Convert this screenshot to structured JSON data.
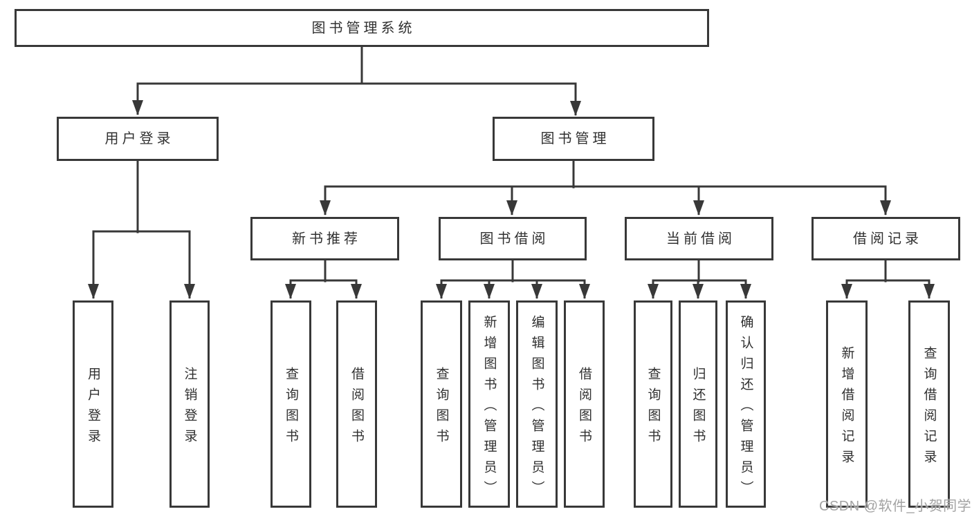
{
  "diagram_type": "function-structure-tree",
  "watermark": "CSDN @软件_小贺同学",
  "colors": {
    "line": "#383838",
    "box_border": "#383838",
    "box_fill": "#ffffff",
    "text": "#303030",
    "background": "#ffffff",
    "watermark": "#a3a3a3"
  },
  "tree": {
    "label": "图书管理系统",
    "children": [
      {
        "label": "用户登录",
        "children": [
          {
            "label": "用户登录"
          },
          {
            "label": "注销登录"
          }
        ]
      },
      {
        "label": "图书管理",
        "children": [
          {
            "label": "新书推荐",
            "children": [
              {
                "label": "查询图书"
              },
              {
                "label": "借阅图书"
              }
            ]
          },
          {
            "label": "图书借阅",
            "children": [
              {
                "label": "查询图书"
              },
              {
                "label": "新增图书（管理员）"
              },
              {
                "label": "编辑图书（管理员）"
              },
              {
                "label": "借阅图书"
              }
            ]
          },
          {
            "label": "当前借阅",
            "children": [
              {
                "label": "查询图书"
              },
              {
                "label": "归还图书"
              },
              {
                "label": "确认归还（管理员）"
              }
            ]
          },
          {
            "label": "借阅记录",
            "children": [
              {
                "label": "新增借阅记录"
              },
              {
                "label": "查询借阅记录"
              }
            ]
          }
        ]
      }
    ]
  }
}
